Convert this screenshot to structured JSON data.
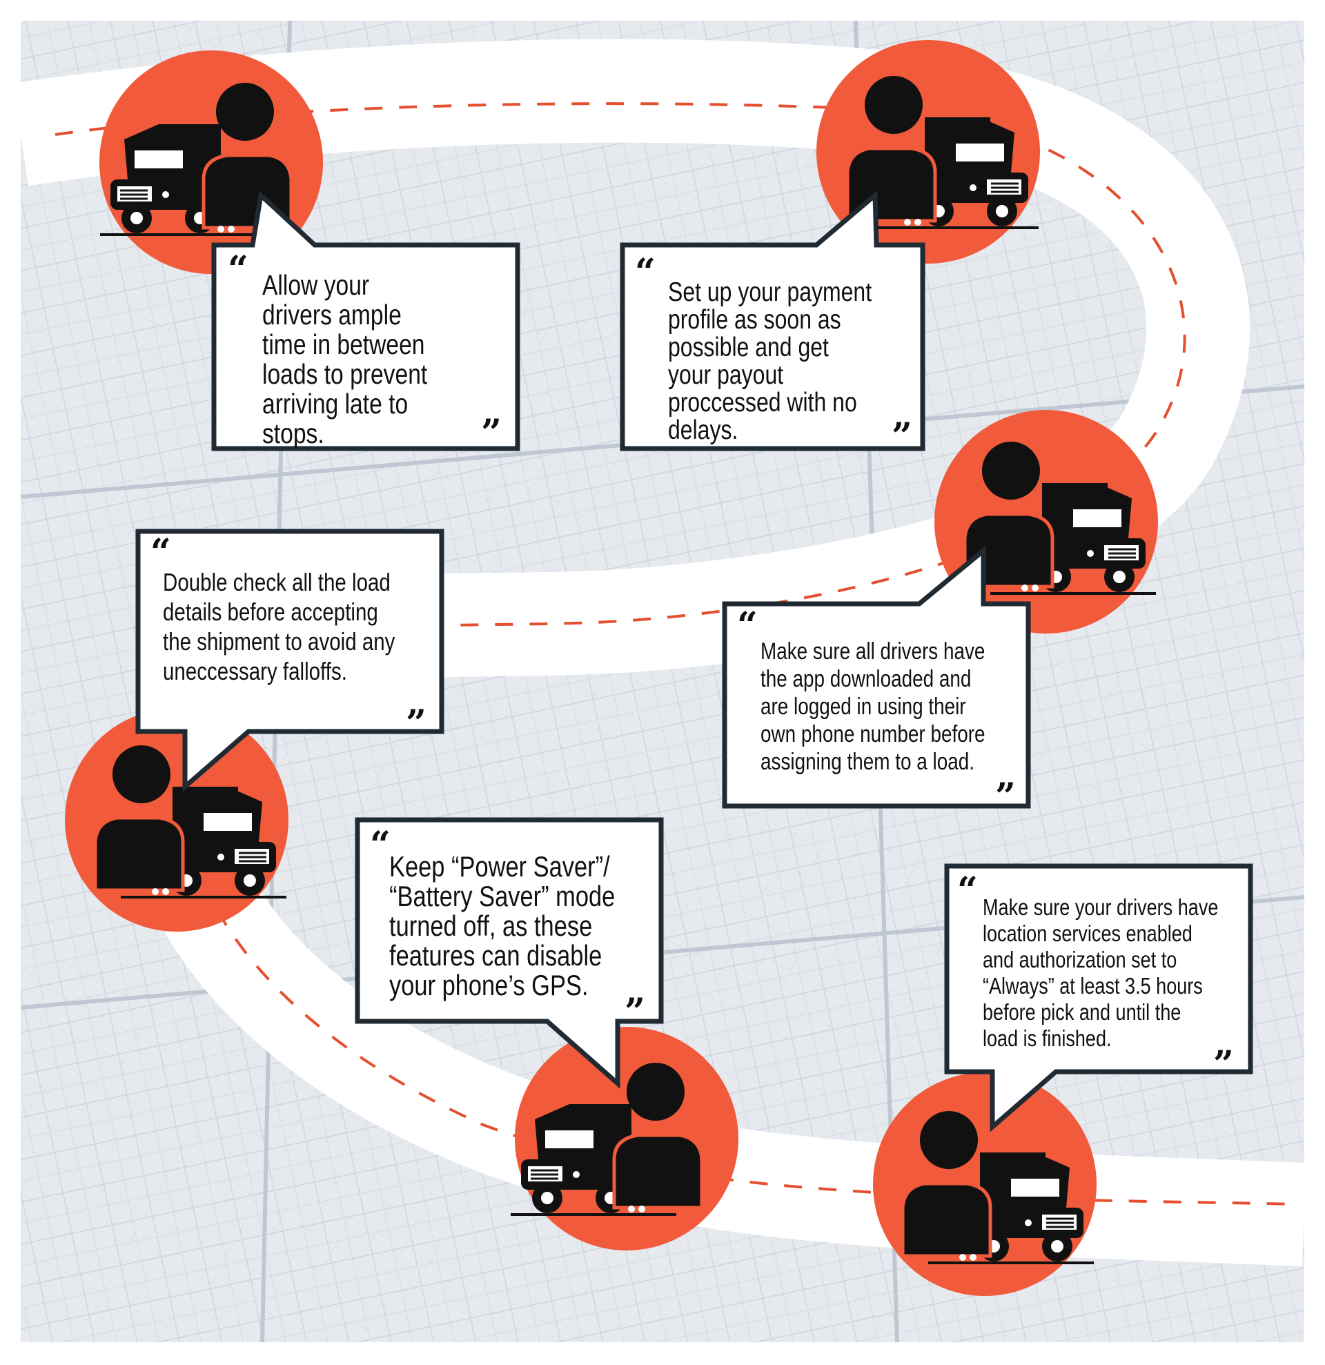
{
  "colors": {
    "map_background": "#e6eaef",
    "map_streets": "#c8d0d9",
    "road": "#ffffff",
    "route_dash": "#e4502f",
    "marker": "#f15a3a",
    "icon": "#111111",
    "bubble_border": "#1f2a33"
  },
  "tips": [
    {
      "id": "tip-1",
      "text": "Allow your drivers ample time in between loads to prevent arriving late to stops."
    },
    {
      "id": "tip-2",
      "text": "Set up your payment profile as soon as possible and get your payout proccessed with no delays."
    },
    {
      "id": "tip-3",
      "text": "Double check all the load details before accepting the shipment to avoid any uneccessary falloffs."
    },
    {
      "id": "tip-4",
      "text": "Make sure all drivers have the app downloaded and are logged in using their own phone number before assigning them to a load."
    },
    {
      "id": "tip-5",
      "text": "Keep “Power Saver”/ “Battery Saver” mode turned off, as these features can disable your phone’s GPS."
    },
    {
      "id": "tip-6",
      "text": "Make sure your drivers have location services enabled and authorization set to “Always” at least 3.5 hours before pick and until the load is finished."
    }
  ],
  "icons": {
    "marker_icon": "driver-and-truck-icon",
    "open_quote": "open-quote-icon",
    "close_quote": "close-quote-icon"
  }
}
